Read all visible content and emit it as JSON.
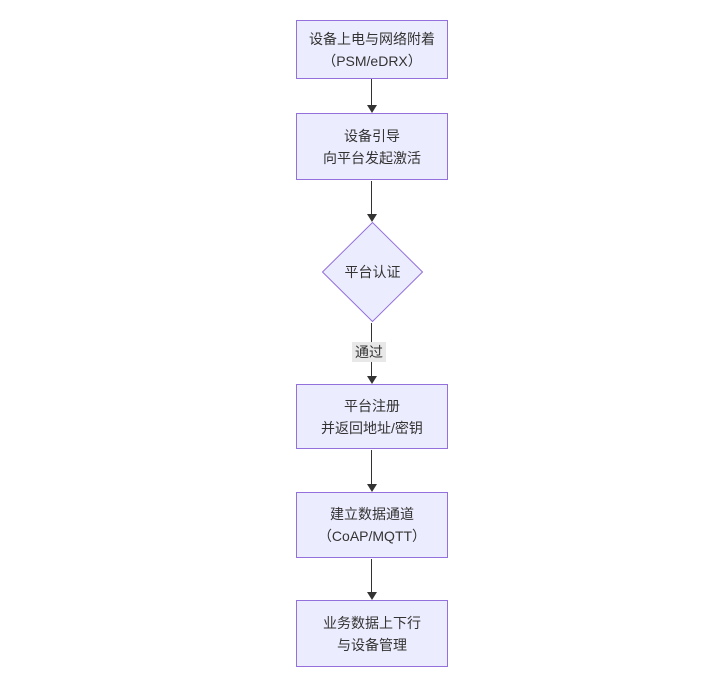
{
  "diagram": {
    "type": "flowchart-vertical",
    "background": "#ffffff",
    "colors": {
      "node_fill": "#ECECFF",
      "node_border": "#9370DB",
      "edge_color": "#333333",
      "edge_label_bg": "#e8e8e8",
      "text_color": "#333333"
    },
    "nodes": [
      {
        "id": "n1",
        "shape": "rect",
        "lines": [
          "设备上电与网络附着",
          "（PSM/eDRX）"
        ]
      },
      {
        "id": "n2",
        "shape": "rect",
        "lines": [
          "设备引导",
          "向平台发起激活"
        ]
      },
      {
        "id": "n3",
        "shape": "diamond",
        "lines": [
          "平台认证"
        ]
      },
      {
        "id": "n4",
        "shape": "rect",
        "lines": [
          "平台注册",
          "并返回地址/密钥"
        ]
      },
      {
        "id": "n5",
        "shape": "rect",
        "lines": [
          "建立数据通道",
          "（CoAP/MQTT）"
        ]
      },
      {
        "id": "n6",
        "shape": "rect",
        "lines": [
          "业务数据上下行",
          "与设备管理"
        ]
      }
    ],
    "edges": [
      {
        "from": "n1",
        "to": "n2",
        "label": ""
      },
      {
        "from": "n2",
        "to": "n3",
        "label": ""
      },
      {
        "from": "n3",
        "to": "n4",
        "label": "通过"
      },
      {
        "from": "n4",
        "to": "n5",
        "label": ""
      },
      {
        "from": "n5",
        "to": "n6",
        "label": ""
      }
    ]
  }
}
